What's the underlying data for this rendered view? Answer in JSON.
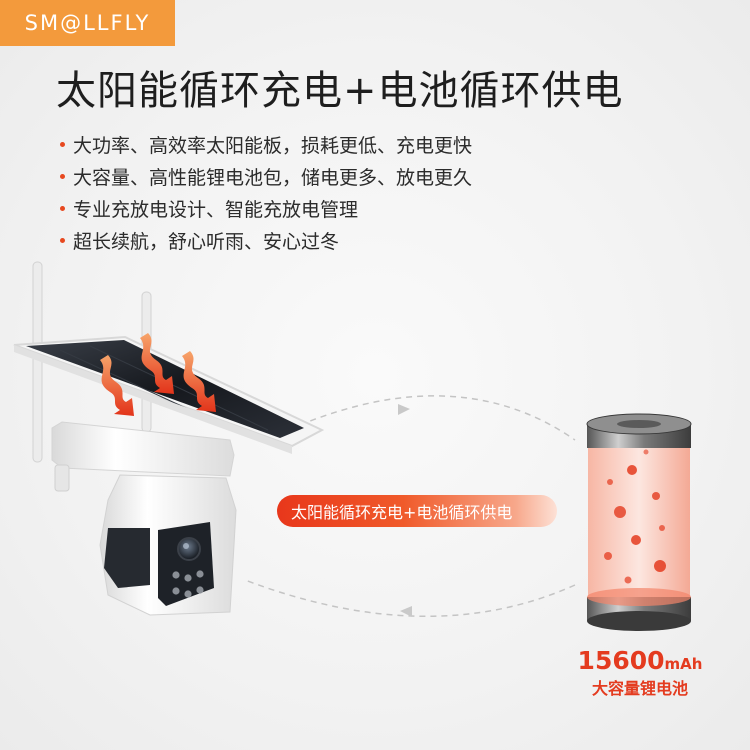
{
  "brand": {
    "logo_text": "SM@LLFLY"
  },
  "headline": "太阳能循环充电+电池循环供电",
  "features": [
    "大功率、高效率太阳能板，损耗更低、充电更快",
    "大容量、高性能锂电池包，储电更多、放电更久",
    "专业充放电设计、智能充放电管理",
    "超长续航，舒心听雨、安心过冬"
  ],
  "cycle_badge": "太阳能循环充电+电池循环供电",
  "battery": {
    "capacity_value": "15600",
    "capacity_unit": "mAh",
    "label": "大容量锂电池"
  },
  "colors": {
    "brand_orange": "#f39a3c",
    "accent_red": "#e43b1f",
    "bullet_red": "#e7481f"
  }
}
